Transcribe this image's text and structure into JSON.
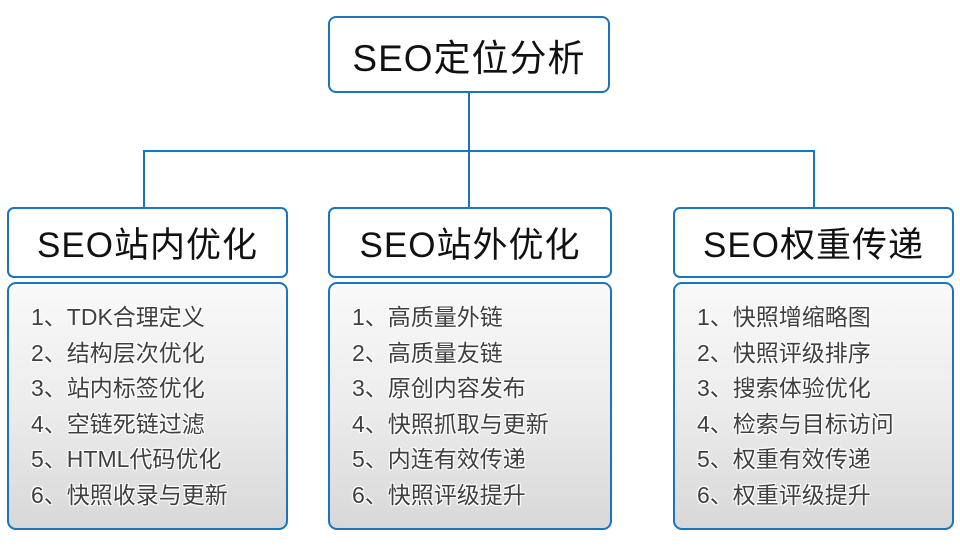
{
  "root": {
    "title": "SEO定位分析"
  },
  "branches": [
    {
      "title": "SEO站内优化",
      "items": [
        "1、TDK合理定义",
        "2、结构层次优化",
        "3、站内标签优化",
        "4、空链死链过滤",
        "5、HTML代码优化",
        "6、快照收录与更新"
      ]
    },
    {
      "title": "SEO站外优化",
      "items": [
        "1、高质量外链",
        "2、高质量友链",
        "3、原创内容发布",
        "4、快照抓取与更新",
        "5、内连有效传递",
        "6、快照评级提升"
      ]
    },
    {
      "title": "SEO权重传递",
      "items": [
        "1、快照增缩略图",
        "2、快照评级排序",
        "3、搜索体验优化",
        "4、检索与目标访问",
        "5、权重有效传递",
        "6、权重评级提升"
      ]
    }
  ],
  "colors": {
    "accent_blue": "#1b75bc",
    "node_background": "#ffffff",
    "list_text": "#3f3f3f",
    "list_gradient_top": "#f9f9f9",
    "list_gradient_bottom": "#d8d8d8",
    "page_background": "#ffffff"
  }
}
